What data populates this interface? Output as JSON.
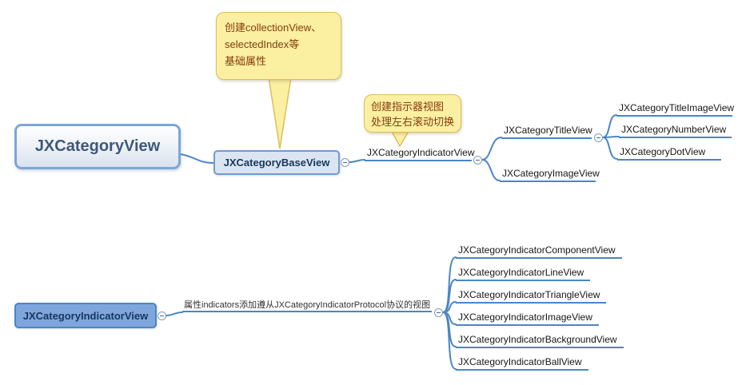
{
  "title": "JXCategoryView mind map",
  "colors": {
    "connector": "#4a86c6",
    "node_border": "#6f9bd1",
    "node_fill_light": "#dbe5f1",
    "node_fill_blue": "#7ea6dd",
    "root_border": "#7ca6d8",
    "callout_fill": "#fbefa1",
    "callout_border": "#ddbe5e",
    "callout_text": "#843c0c",
    "text_dark": "#17365d"
  },
  "icons": {
    "collapse": "minus-circle"
  },
  "root_node": {
    "label": "JXCategoryView"
  },
  "callout_base": {
    "line1": "创建collectionView、",
    "line2": "selectedIndex等",
    "line3": "基础属性"
  },
  "callout_indicator": {
    "line1": "创建指示器视图",
    "line2": "处理左右滚动切换"
  },
  "nodes": {
    "base_view": "JXCategoryBaseView",
    "indicator_view": "JXCategoryIndicatorView",
    "title_view": "JXCategoryTitleView",
    "image_view": "JXCategoryImageView",
    "title_image_view": "JXCategoryTitleImageView",
    "number_view": "JXCategoryNumberView",
    "dot_view": "JXCategoryDotView"
  },
  "bottom": {
    "root": "JXCategoryIndicatorView",
    "note": "属性indicators添加遵从JXCategoryIndicatorProtocol协议的视图",
    "children": [
      "JXCategoryIndicatorComponentView",
      "JXCategoryIndicatorLineView",
      "JXCategoryIndicatorTriangleView",
      "JXCategoryIndicatorImageView",
      "JXCategoryIndicatorBackgroundView",
      "JXCategoryIndicatorBallView"
    ]
  }
}
